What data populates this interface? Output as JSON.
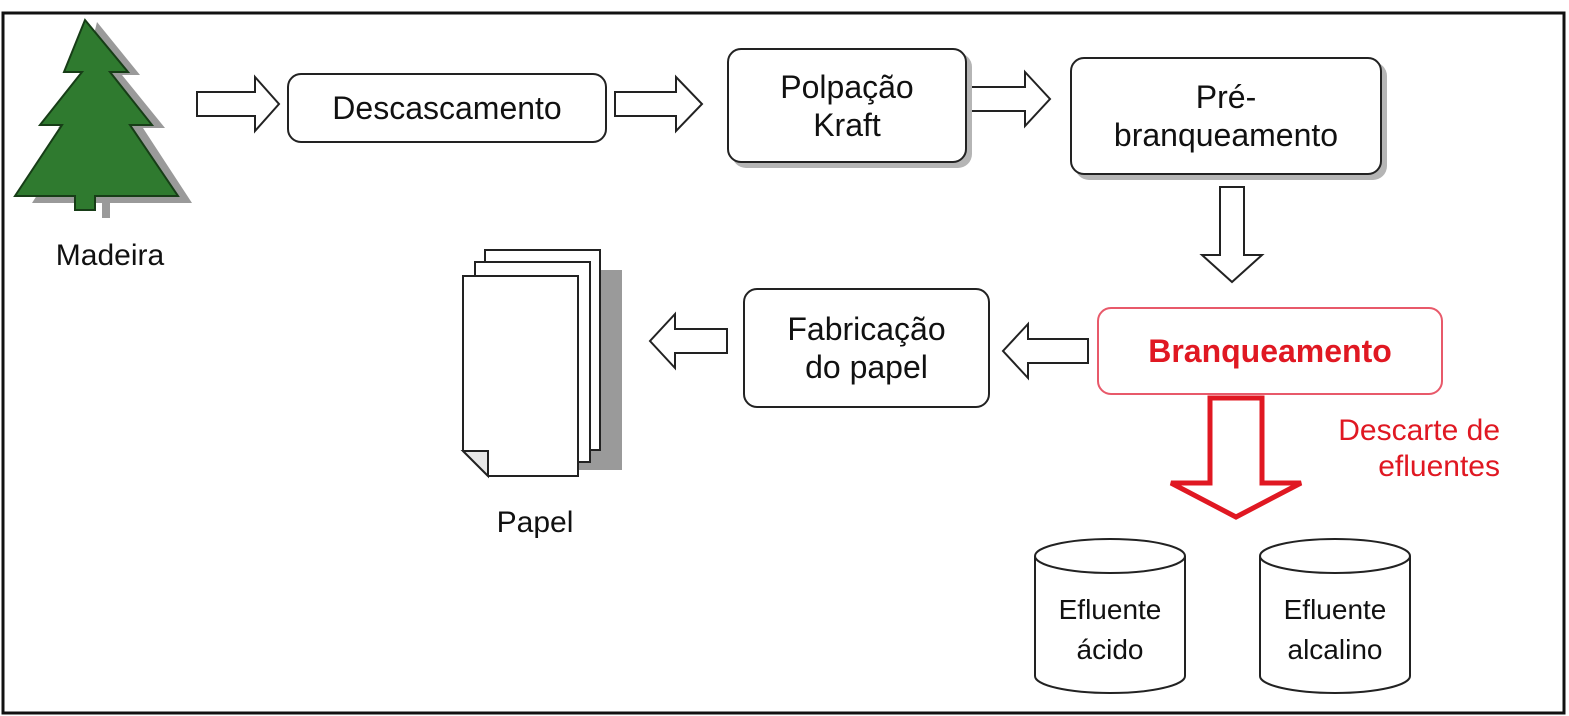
{
  "colors": {
    "tree": "#2f7a2f",
    "accent": "#e01822",
    "accent_border": "#e8596a",
    "shadow": "#b5b5b5",
    "line": "#222222"
  },
  "icons": {
    "tree": "tree-icon",
    "paper": "paper-stack-icon"
  },
  "source_label": "Madeira",
  "steps": {
    "debarking": "Descascamento",
    "kraft_pulping": "Polpação\nKraft",
    "pre_bleaching": "Pré-\nbranqueamento",
    "bleaching": "Branqueamento",
    "papermaking": "Fabricação\ndo papel"
  },
  "product_label": "Papel",
  "discharge_label": "Descarte de\nefluentes",
  "effluents": {
    "acid": "Efluente\nácido",
    "alkaline": "Efluente\nalcalino"
  }
}
